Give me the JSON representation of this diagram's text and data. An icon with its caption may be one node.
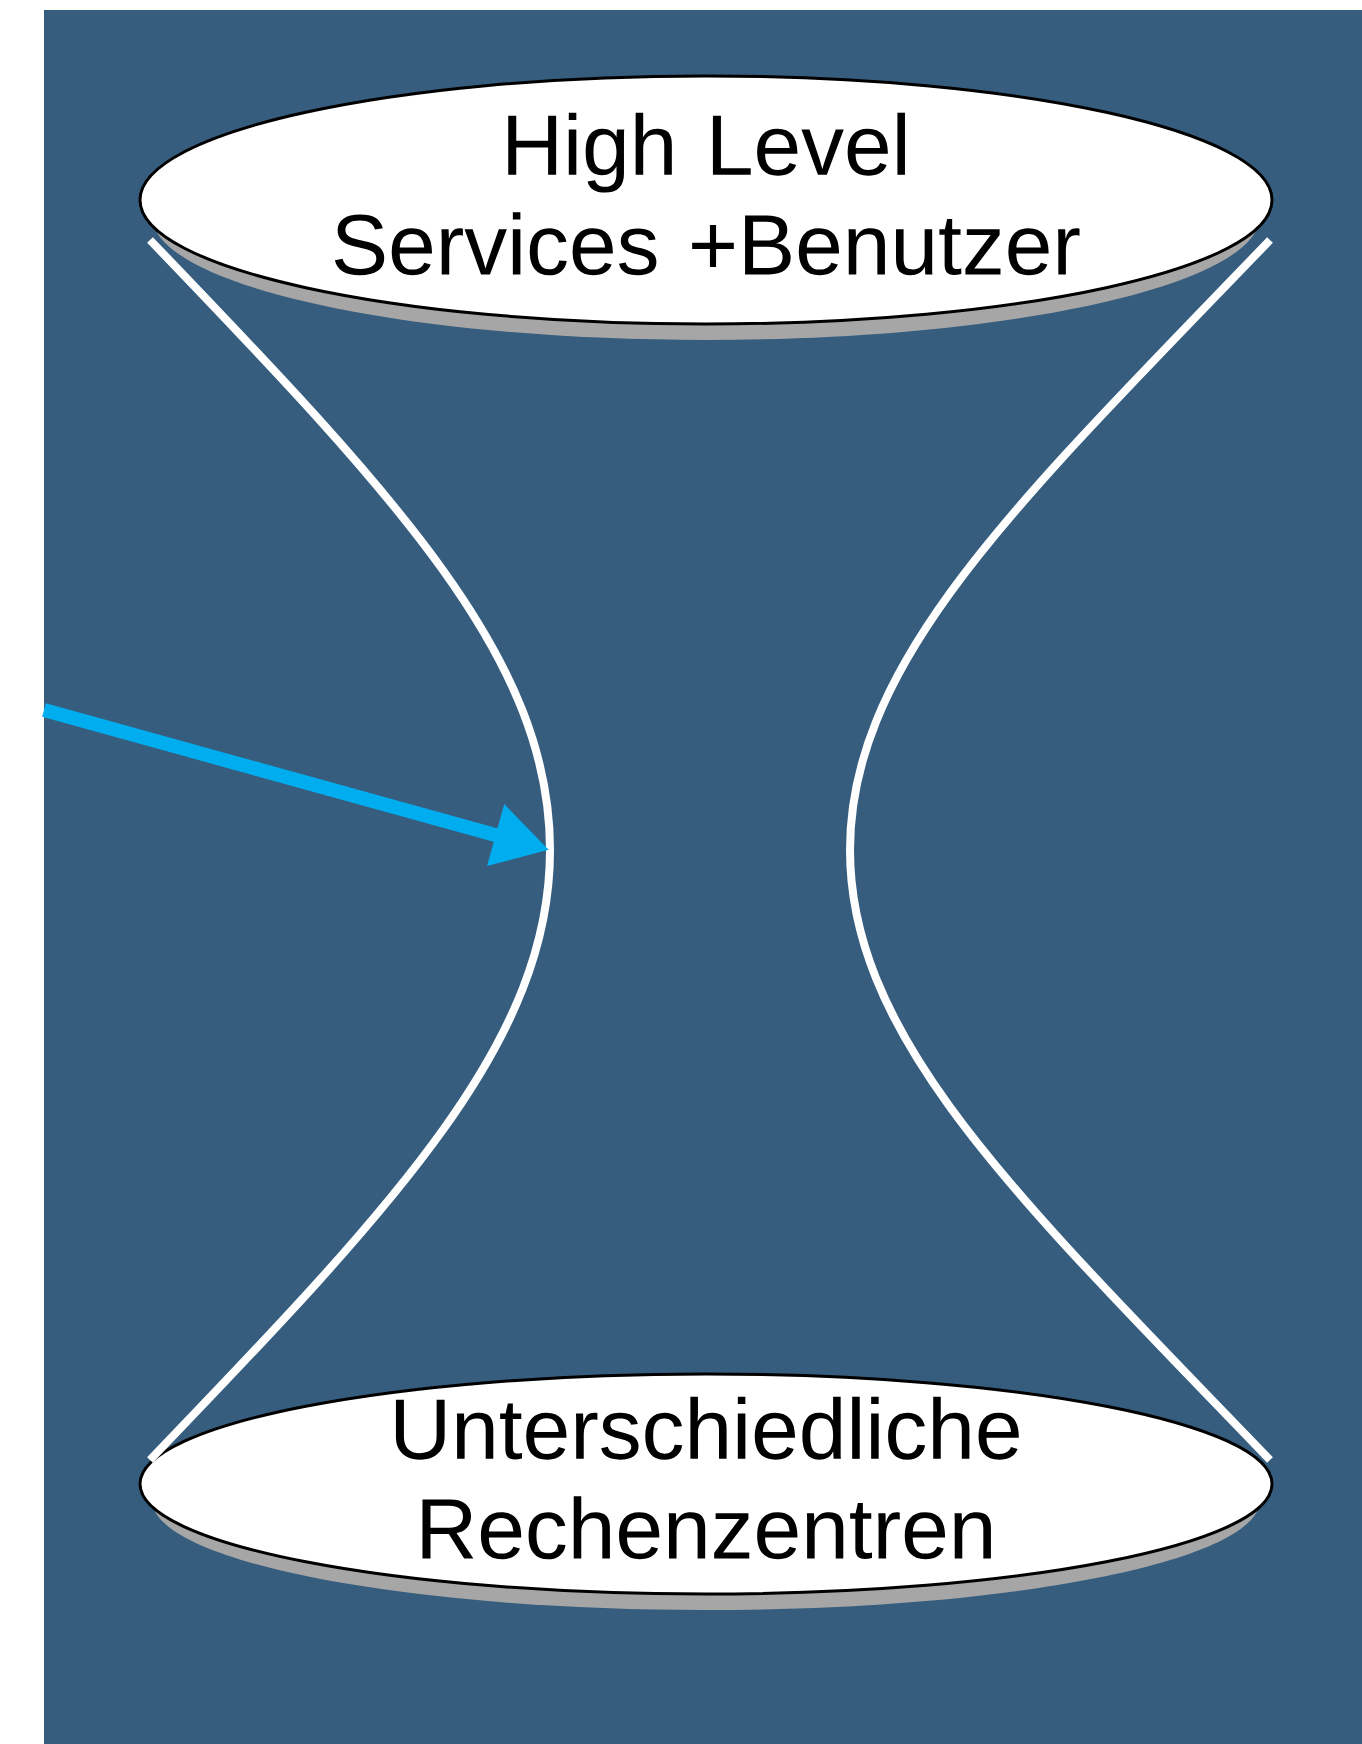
{
  "diagram": {
    "nodes": [
      {
        "text": [
          "High Level Services +Benutzer"
        ]
      },
      {
        "text": [
          "Unterschiedliche Rechenzentren"
        ]
      },
      {
        "text": [],
        "shape": "hourglass"
      }
    ],
    "edges": [
      {
        "from": null,
        "to": 2,
        "arrow": "to",
        "color": "#00aeef"
      }
    ]
  }
}
